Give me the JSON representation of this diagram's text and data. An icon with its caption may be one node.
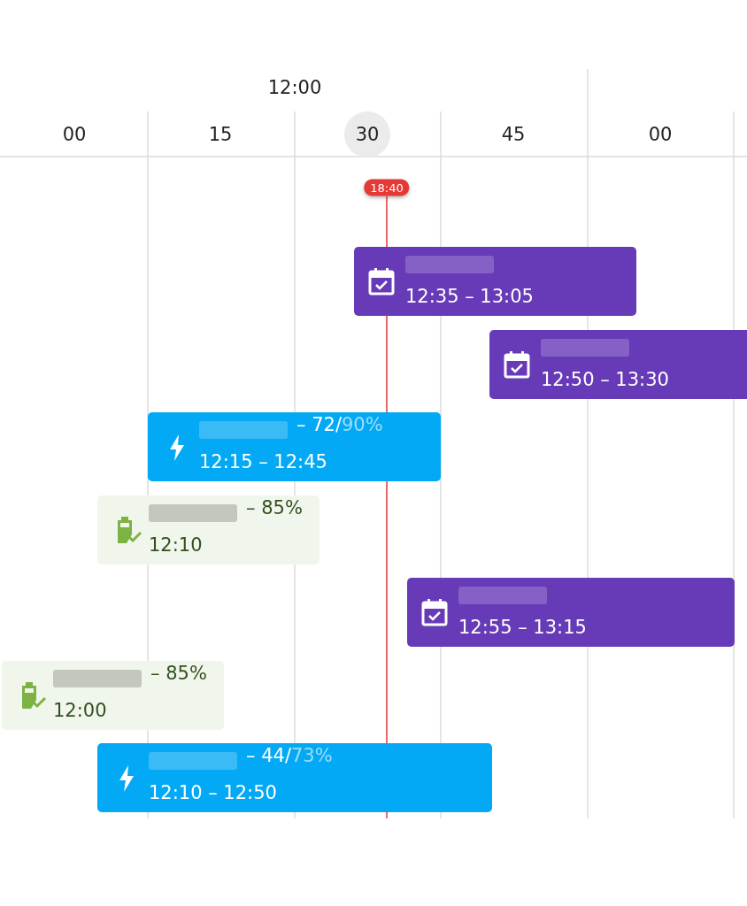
{
  "diagram": {
    "nodes": [
      {
        "text": [
          "12:35 – 13:05"
        ]
      },
      {
        "text": [
          "12:50 – 13:30"
        ]
      },
      {
        "text": [
          "– 72/90%",
          "12:15 – 12:45"
        ]
      },
      {
        "text": [
          "– 85%",
          "12:10"
        ]
      },
      {
        "text": [
          "12:55 – 13:15"
        ]
      },
      {
        "text": [
          "– 85%",
          "12:00"
        ]
      },
      {
        "text": [
          "– 44/73%",
          "12:10 – 12:50"
        ]
      }
    ],
    "labels": [
      "12:00",
      "00",
      "15",
      "30",
      "45",
      "00",
      "18:40"
    ]
  }
}
